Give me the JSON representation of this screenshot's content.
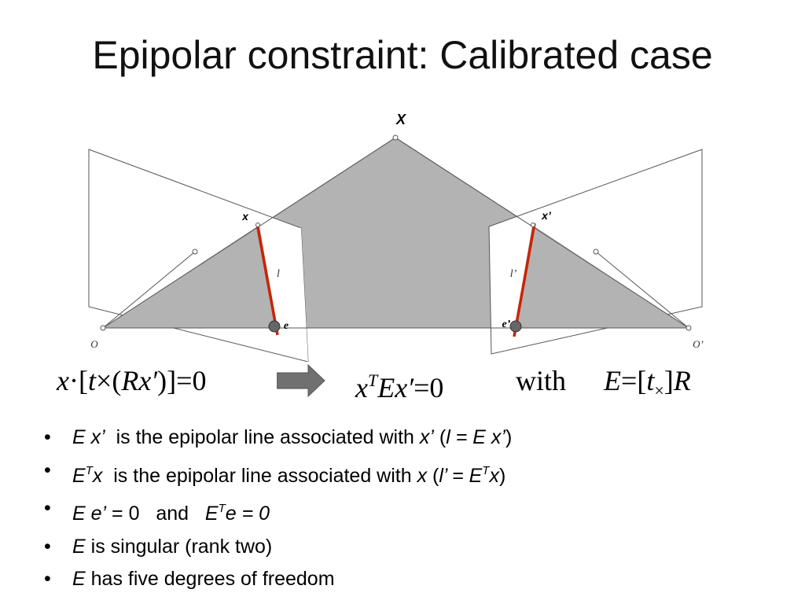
{
  "title": "Epipolar constraint: Calibrated case",
  "figure": {
    "point_X": "X",
    "point_x": "x",
    "point_x_prime": "x’",
    "line_l": "l",
    "line_l_prime": "l’",
    "epipole_e": "e",
    "epipole_e_prime": "e’",
    "center_O": "O",
    "center_O_prime": "O’"
  },
  "equations": {
    "left": {
      "x": "x",
      "dot": "·",
      "open": "[",
      "t": "t",
      "times": "×",
      "paren_open": "(",
      "R": "R",
      "xp": "x′",
      "paren_close": ")",
      "close": "]",
      "eq": "=",
      "zero": "0"
    },
    "right": {
      "x": "x",
      "T": "T",
      "E": "E",
      "xp": "x′",
      "eq": "=",
      "zero": "0"
    },
    "with": "with",
    "def": {
      "E": "E",
      "eq": "=",
      "open": "[",
      "t": "t",
      "times_sub": "×",
      "close": "]",
      "R": "R"
    }
  },
  "bullets": [
    {
      "a": "E x’",
      "b": "  is the epipolar line associated with ",
      "c": "x’",
      "d": " (",
      "e": "l = E x’",
      "f": ")"
    },
    {
      "a": "E",
      "sup": "T",
      "b": "x",
      "c": "  is the epipolar line associated with ",
      "d": "x",
      "e": " (",
      "f": "l’ = E",
      "sup2": "T",
      "g": "x",
      "h": ")"
    },
    {
      "a": "E e’",
      "b": " = 0   and   ",
      "c": "E",
      "sup": "T",
      "d": "e = 0"
    },
    {
      "a": "E",
      "b": " is singular (rank two)"
    },
    {
      "a": "E",
      "b": " has five degrees of freedom"
    }
  ],
  "colors": {
    "plane_fill": "#b3b3b3",
    "epipolar_line": "#cc2200",
    "arrow_fill": "#707070",
    "epipole_fill": "#666666"
  }
}
